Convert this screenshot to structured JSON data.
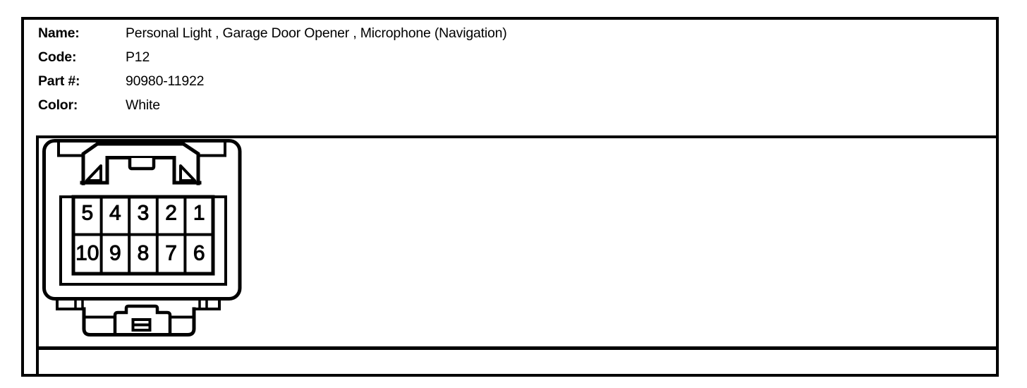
{
  "header": {
    "fields": [
      {
        "label": "Name:",
        "value": "Personal Light , Garage Door Opener , Microphone (Navigation)"
      },
      {
        "label": "Code:",
        "value": "P12"
      },
      {
        "label": "Part #:",
        "value": "90980-11922"
      },
      {
        "label": "Color:",
        "value": "White"
      }
    ]
  },
  "connector": {
    "view": "front-view line drawing of 10-pin connector",
    "pin_count": 10,
    "pin_rows": [
      [
        "5",
        "4",
        "3",
        "2",
        "1"
      ],
      [
        "10",
        "9",
        "8",
        "7",
        "6"
      ]
    ]
  },
  "colors": {
    "line": "#000000",
    "background": "#ffffff"
  }
}
